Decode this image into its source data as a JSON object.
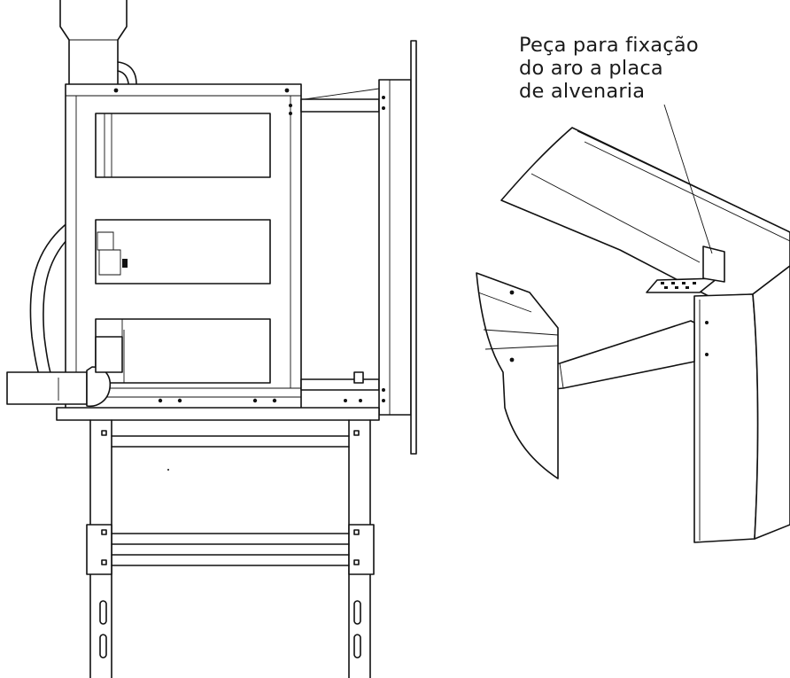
{
  "callout": {
    "line1": "Peça para fixação",
    "line2": "do aro a placa",
    "line3": "de alvenaria"
  }
}
